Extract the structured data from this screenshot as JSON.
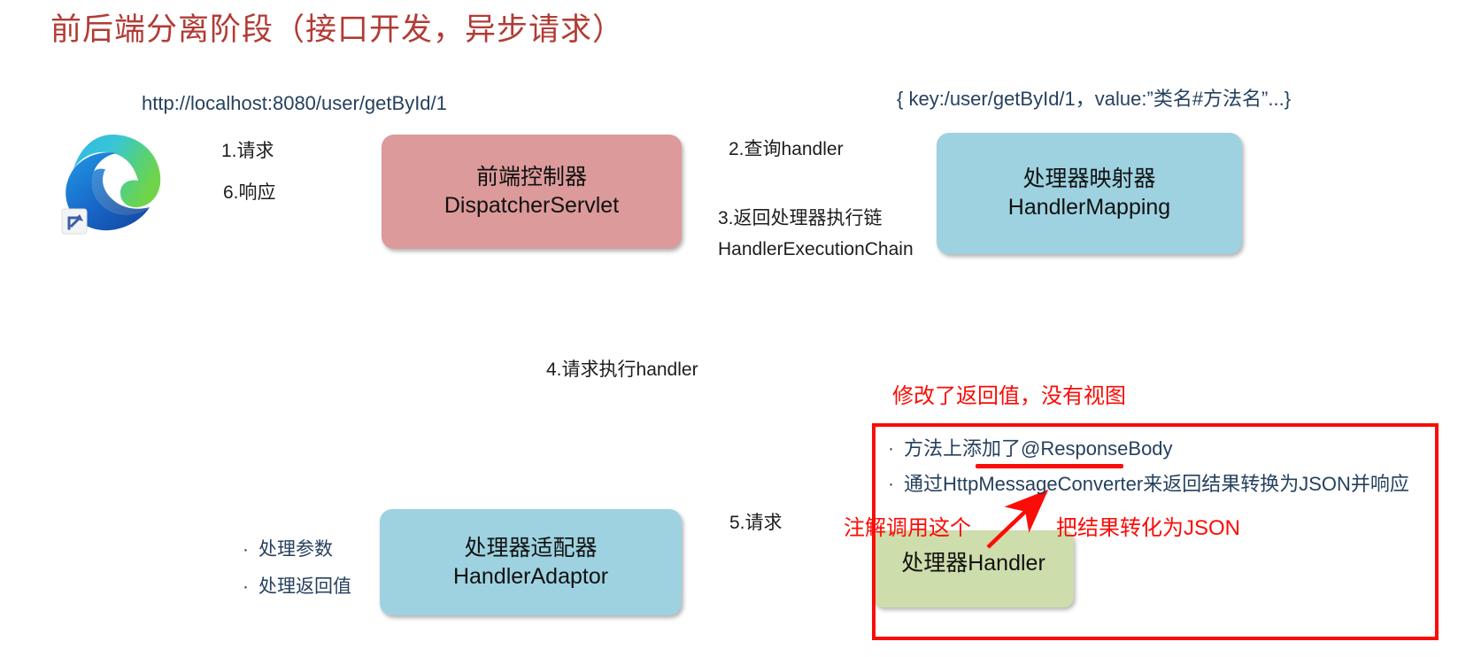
{
  "page": {
    "title": "前后端分离阶段（接口开发，异步请求）",
    "title_color": "#b13c35",
    "background": "#ffffff"
  },
  "annotations": {
    "request_url": "http://localhost:8080/user/getById/1",
    "mapping_entry": "{ key:/user/getById/1，value:”类名#方法名”...}",
    "red_note_title": "修改了返回值，没有视图",
    "red_note_color": "#fb0c06",
    "callout_left": "注解调用这个",
    "callout_right": "把结果转化为JSON"
  },
  "flow_labels": {
    "step1": "1.请求",
    "step6": "6.响应",
    "step2": "2.查询handler",
    "step3": "3.返回处理器执行链",
    "step3_sub": "HandlerExecutionChain",
    "step4": "4.请求执行handler",
    "step5": "5.请求"
  },
  "nodes": {
    "browser": {
      "icon": "edge-browser-icon"
    },
    "dispatcher": {
      "cn": "前端控制器",
      "en": "DispatcherServlet",
      "color": "#dc9a9a"
    },
    "handler_mapping": {
      "cn": "处理器映射器",
      "en": "HandlerMapping",
      "color": "#9ed2e0"
    },
    "handler_adaptor": {
      "cn": "处理器适配器",
      "en": "HandlerAdaptor",
      "color": "#9ed2e0"
    },
    "handler": {
      "cn": "处理器Handler",
      "color": "#cdddab"
    }
  },
  "adaptor_bullets": {
    "marker": "·",
    "items": [
      "处理参数",
      "处理返回值"
    ]
  },
  "response_bullets": {
    "marker": "·",
    "items": [
      "方法上添加了@ResponseBody",
      "通过HttpMessageConverter来返回结果转换为JSON并响应"
    ]
  }
}
